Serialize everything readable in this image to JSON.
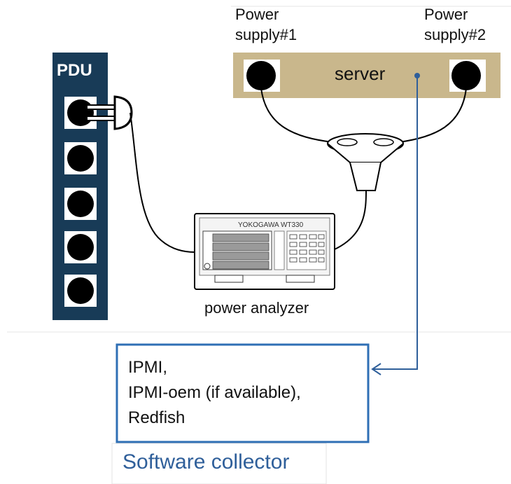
{
  "pdu": {
    "label": "PDU"
  },
  "server": {
    "label": "server"
  },
  "power_supplies": [
    {
      "line1": "Power",
      "line2": "supply#1"
    },
    {
      "line1": "Power",
      "line2": "supply#2"
    }
  ],
  "analyzer": {
    "brand": "YOKOGAWA WT330",
    "label": "power analyzer"
  },
  "collector_box": {
    "lines": [
      "IPMI,",
      "IPMI-oem (if available),",
      "Redfish"
    ]
  },
  "collector": {
    "label": "Software collector"
  },
  "colors": {
    "pdu": "#183b57",
    "server": "#c9b78c",
    "arrow": "#2f5f9a",
    "box_border": "#2f6fb5"
  }
}
